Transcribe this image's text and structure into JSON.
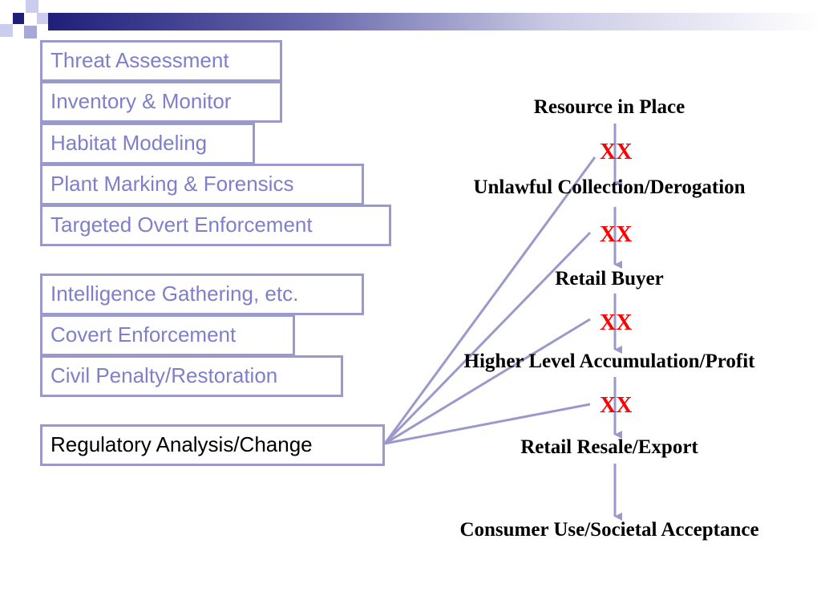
{
  "left_boxes": {
    "group1": [
      "Threat Assessment",
      "Inventory & Monitor",
      "Habitat Modeling",
      "Plant Marking & Forensics",
      "Targeted Overt Enforcement"
    ],
    "group2": [
      "Intelligence Gathering, etc.",
      "Covert Enforcement",
      "Civil Penalty/Restoration"
    ],
    "regulatory": "Regulatory Analysis/Change"
  },
  "flow": {
    "steps": [
      "Resource in Place",
      "Unlawful Collection/Derogation",
      "Retail Buyer",
      "Higher Level Accumulation/Profit",
      "Retail Resale/Export",
      "Consumer Use/Societal Acceptance"
    ],
    "block_mark": "XX"
  },
  "colors": {
    "box_border": "#9999cc",
    "box_text": "#7f7fc9",
    "mark": "#ff0000",
    "connector": "#9999cc"
  }
}
